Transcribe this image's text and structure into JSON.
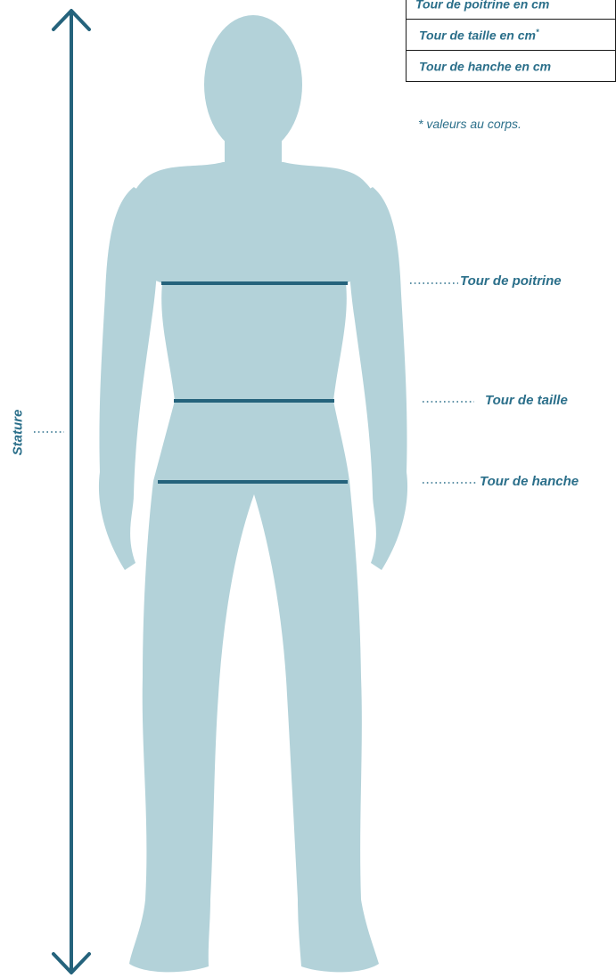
{
  "table": {
    "rows": [
      {
        "label": "Tour de poitrine en cm",
        "mark": ""
      },
      {
        "label": "Tour de taille en cm",
        "mark": "*"
      },
      {
        "label": "Tour de hanche en cm",
        "mark": ""
      }
    ]
  },
  "footnote": "* valeurs au corps.",
  "labels": {
    "stature": "Stature",
    "poitrine": "Tour de poitrine",
    "taille": "Tour de taille",
    "hanche": "Tour de hanche"
  },
  "colors": {
    "silhouette": "#b3d2d9",
    "accent": "#2b6f8a",
    "line": "#25637c"
  }
}
